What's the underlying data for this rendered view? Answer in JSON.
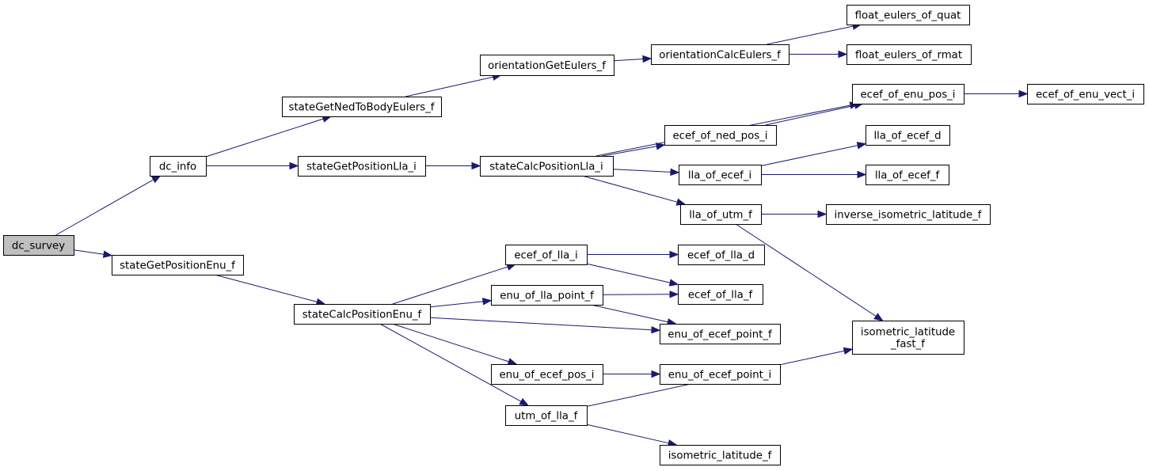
{
  "graph": {
    "root": "dc_survey",
    "nodes": [
      {
        "id": "dc_survey",
        "label": "dc_survey",
        "root": true
      },
      {
        "id": "dc_info",
        "label": "dc_info"
      },
      {
        "id": "stateGetPositionEnu_f",
        "label": "stateGetPositionEnu_f"
      },
      {
        "id": "stateGetNedToBodyEulers_f",
        "label": "stateGetNedToBodyEulers_f"
      },
      {
        "id": "stateGetPositionLla_i",
        "label": "stateGetPositionLla_i"
      },
      {
        "id": "orientationGetEulers_f",
        "label": "orientationGetEulers_f"
      },
      {
        "id": "orientationCalcEulers_f",
        "label": "orientationCalcEulers_f"
      },
      {
        "id": "float_eulers_of_quat",
        "label": "float_eulers_of_quat"
      },
      {
        "id": "float_eulers_of_rmat",
        "label": "float_eulers_of_rmat"
      },
      {
        "id": "stateCalcPositionLla_i",
        "label": "stateCalcPositionLla_i"
      },
      {
        "id": "ecef_of_enu_pos_i",
        "label": "ecef_of_enu_pos_i"
      },
      {
        "id": "ecef_of_enu_vect_i",
        "label": "ecef_of_enu_vect_i"
      },
      {
        "id": "ecef_of_ned_pos_i",
        "label": "ecef_of_ned_pos_i"
      },
      {
        "id": "lla_of_ecef_d",
        "label": "lla_of_ecef_d"
      },
      {
        "id": "lla_of_ecef_i",
        "label": "lla_of_ecef_i"
      },
      {
        "id": "lla_of_ecef_f",
        "label": "lla_of_ecef_f"
      },
      {
        "id": "lla_of_utm_f",
        "label": "lla_of_utm_f"
      },
      {
        "id": "inverse_isometric_latitude_f",
        "label": "inverse_isometric_latitude_f"
      },
      {
        "id": "stateCalcPositionEnu_f",
        "label": "stateCalcPositionEnu_f"
      },
      {
        "id": "ecef_of_lla_i",
        "label": "ecef_of_lla_i"
      },
      {
        "id": "ecef_of_lla_d",
        "label": "ecef_of_lla_d"
      },
      {
        "id": "enu_of_lla_point_f",
        "label": "enu_of_lla_point_f"
      },
      {
        "id": "ecef_of_lla_f",
        "label": "ecef_of_lla_f"
      },
      {
        "id": "enu_of_ecef_point_f",
        "label": "enu_of_ecef_point_f"
      },
      {
        "id": "isometric_latitude_fast_f",
        "label": "isometric_latitude\n_fast_f"
      },
      {
        "id": "enu_of_ecef_pos_i",
        "label": "enu_of_ecef_pos_i"
      },
      {
        "id": "enu_of_ecef_point_i",
        "label": "enu_of_ecef_point_i"
      },
      {
        "id": "utm_of_lla_f",
        "label": "utm_of_lla_f"
      },
      {
        "id": "isometric_latitude_f",
        "label": "isometric_latitude_f"
      }
    ],
    "edges": [
      {
        "from": "dc_survey",
        "to": "dc_info"
      },
      {
        "from": "dc_survey",
        "to": "stateGetPositionEnu_f"
      },
      {
        "from": "dc_info",
        "to": "stateGetNedToBodyEulers_f"
      },
      {
        "from": "dc_info",
        "to": "stateGetPositionLla_i"
      },
      {
        "from": "stateGetNedToBodyEulers_f",
        "to": "orientationGetEulers_f"
      },
      {
        "from": "orientationGetEulers_f",
        "to": "orientationCalcEulers_f"
      },
      {
        "from": "orientationCalcEulers_f",
        "to": "float_eulers_of_quat"
      },
      {
        "from": "orientationCalcEulers_f",
        "to": "float_eulers_of_rmat"
      },
      {
        "from": "stateGetPositionLla_i",
        "to": "stateCalcPositionLla_i"
      },
      {
        "from": "stateCalcPositionLla_i",
        "to": "ecef_of_enu_pos_i"
      },
      {
        "from": "stateCalcPositionLla_i",
        "to": "ecef_of_ned_pos_i"
      },
      {
        "from": "stateCalcPositionLla_i",
        "to": "lla_of_ecef_i"
      },
      {
        "from": "stateCalcPositionLla_i",
        "to": "lla_of_utm_f"
      },
      {
        "from": "ecef_of_enu_pos_i",
        "to": "ecef_of_enu_vect_i"
      },
      {
        "from": "ecef_of_ned_pos_i",
        "to": "ecef_of_enu_pos_i"
      },
      {
        "from": "lla_of_ecef_i",
        "to": "lla_of_ecef_d"
      },
      {
        "from": "lla_of_ecef_i",
        "to": "lla_of_ecef_f"
      },
      {
        "from": "lla_of_utm_f",
        "to": "inverse_isometric_latitude_f"
      },
      {
        "from": "lla_of_utm_f",
        "to": "isometric_latitude_fast_f"
      },
      {
        "from": "stateGetPositionEnu_f",
        "to": "stateCalcPositionEnu_f"
      },
      {
        "from": "stateCalcPositionEnu_f",
        "to": "ecef_of_lla_i"
      },
      {
        "from": "stateCalcPositionEnu_f",
        "to": "enu_of_lla_point_f"
      },
      {
        "from": "stateCalcPositionEnu_f",
        "to": "enu_of_ecef_point_f"
      },
      {
        "from": "stateCalcPositionEnu_f",
        "to": "enu_of_ecef_pos_i"
      },
      {
        "from": "stateCalcPositionEnu_f",
        "to": "utm_of_lla_f"
      },
      {
        "from": "ecef_of_lla_i",
        "to": "ecef_of_lla_d"
      },
      {
        "from": "ecef_of_lla_i",
        "to": "ecef_of_lla_f"
      },
      {
        "from": "enu_of_lla_point_f",
        "to": "ecef_of_lla_f"
      },
      {
        "from": "enu_of_lla_point_f",
        "to": "enu_of_ecef_point_f"
      },
      {
        "from": "enu_of_ecef_pos_i",
        "to": "enu_of_ecef_point_i"
      },
      {
        "from": "utm_of_lla_f",
        "to": "isometric_latitude_fast_f"
      },
      {
        "from": "utm_of_lla_f",
        "to": "isometric_latitude_f"
      }
    ]
  },
  "colors": {
    "edge": "#191970",
    "node_border": "#000000",
    "node_fill": "#ffffff",
    "root_fill": "#bfbfbf"
  }
}
